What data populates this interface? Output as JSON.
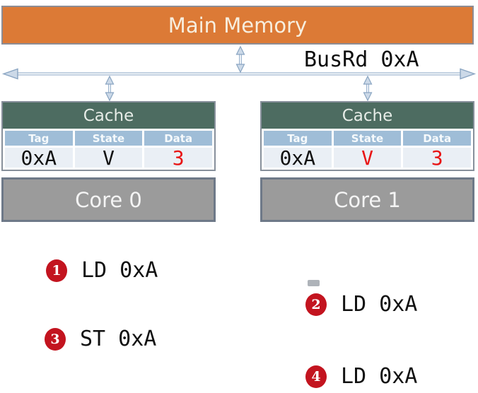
{
  "memory": {
    "label": "Main Memory"
  },
  "bus": {
    "label": "BusRd 0xA"
  },
  "caches": [
    {
      "title": "Cache",
      "columns": [
        "Tag",
        "State",
        "Data"
      ],
      "row": {
        "tag": "0xA",
        "state": "V",
        "data": "3"
      }
    },
    {
      "title": "Cache",
      "columns": [
        "Tag",
        "State",
        "Data"
      ],
      "row": {
        "tag": "0xA",
        "state": "V",
        "data": "3"
      }
    }
  ],
  "cores": [
    {
      "label": "Core 0"
    },
    {
      "label": "Core 1"
    }
  ],
  "steps": [
    {
      "num": "1",
      "label": "LD 0xA"
    },
    {
      "num": "2",
      "label": "LD 0xA"
    },
    {
      "num": "3",
      "label": "ST 0xA"
    },
    {
      "num": "4",
      "label": "LD 0xA"
    }
  ],
  "colors": {
    "memory_fill": "#dc7a36",
    "memory_border": "#8d8d95",
    "cache_header_green": "#4d6c61",
    "table_header_blue": "#9fbdd7",
    "table_row_fill": "#eaeff5",
    "core_fill": "#9b9b9b",
    "core_border": "#6e7988",
    "arrow_stroke": "#8fa9c5",
    "arrow_fill": "#ccd9e8",
    "step_circle_red": "#c3141f",
    "value_red": "#e81414",
    "text_black": "#111111"
  }
}
